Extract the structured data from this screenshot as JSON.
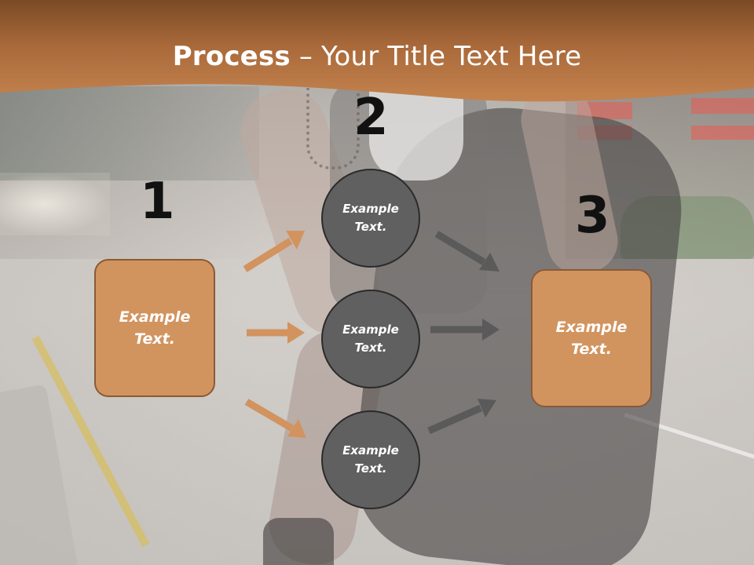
{
  "title": {
    "bold": "Process",
    "rest": " – Your Title Text Here"
  },
  "steps": {
    "step1": {
      "number": "1",
      "label": "Example\nText."
    },
    "step2": {
      "number": "2",
      "items": [
        {
          "label": "Example\nText."
        },
        {
          "label": "Example\nText."
        },
        {
          "label": "Example\nText."
        }
      ]
    },
    "step3": {
      "number": "3",
      "label": "Example\nText."
    }
  },
  "colors": {
    "header": "#b5743f",
    "box_fill": "#d2945f",
    "circle_fill": "#606060",
    "arrow_orange": "#d2935f",
    "arrow_gray": "#5a5a5a"
  }
}
